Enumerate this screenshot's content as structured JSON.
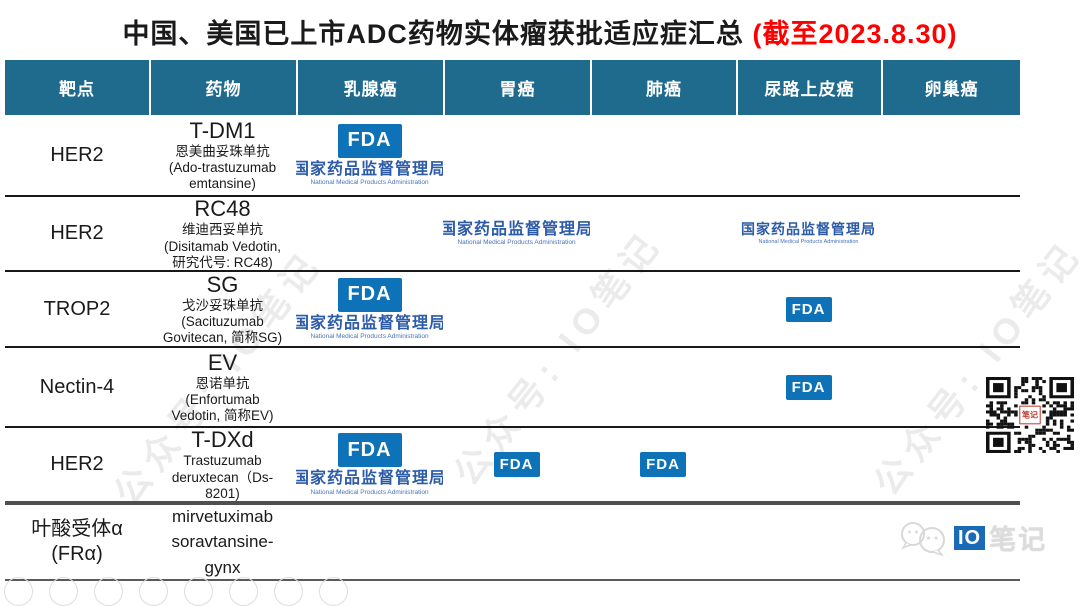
{
  "title": {
    "main": "中国、美国已上市ADC药物实体瘤获批适应症汇总",
    "date_note": "(截至2023.8.30)"
  },
  "colors": {
    "header_bg": "#1F6B8E",
    "title_date_red": "#FF0000",
    "fda_blue": "#0D72B8",
    "nmpa_blue": "#2C5BA8"
  },
  "logos": {
    "fda_label": "FDA",
    "nmpa_cn": "国家药品监督管理局",
    "nmpa_en": "National Medical Products Administration"
  },
  "table": {
    "headers": [
      "靶点",
      "药物",
      "乳腺癌",
      "胃癌",
      "肺癌",
      "尿路上皮癌",
      "卵巢癌"
    ],
    "rows": [
      {
        "target": [
          "HER2"
        ],
        "drug": {
          "name": "T-DM1",
          "lines": [
            "恩美曲妥珠单抗",
            "(Ado-trastuzumab",
            "emtansine)"
          ]
        },
        "approvals": [
          [
            {
              "logo": "fda",
              "size": "lg"
            },
            {
              "logo": "nmpa",
              "size": "md"
            }
          ],
          [],
          [],
          [],
          []
        ]
      },
      {
        "target": [
          "HER2"
        ],
        "drug": {
          "name": "RC48",
          "lines": [
            "维迪西妥单抗",
            "(Disitamab Vedotin,",
            "研究代号: RC48)"
          ]
        },
        "approvals": [
          [],
          [
            {
              "logo": "nmpa",
              "size": "md"
            }
          ],
          [],
          [
            {
              "logo": "nmpa",
              "size": "sm"
            }
          ],
          []
        ]
      },
      {
        "target": [
          "TROP2"
        ],
        "drug": {
          "name": "SG",
          "lines": [
            "戈沙妥珠单抗",
            "(Sacituzumab",
            "Govitecan, 简称SG)"
          ]
        },
        "approvals": [
          [
            {
              "logo": "fda",
              "size": "lg"
            },
            {
              "logo": "nmpa",
              "size": "md"
            }
          ],
          [],
          [],
          [
            {
              "logo": "fda",
              "size": "sm"
            }
          ],
          []
        ]
      },
      {
        "target": [
          "Nectin-4"
        ],
        "drug": {
          "name": "EV",
          "lines": [
            "恩诺单抗",
            "(Enfortumab",
            "Vedotin, 简称EV)"
          ]
        },
        "approvals": [
          [],
          [],
          [],
          [
            {
              "logo": "fda",
              "size": "sm"
            }
          ],
          []
        ]
      },
      {
        "target": [
          "HER2"
        ],
        "drug": {
          "name": "T-DXd",
          "lines": [
            "Trastuzumab",
            "deruxtecan（Ds-",
            "8201)"
          ]
        },
        "approvals": [
          [
            {
              "logo": "fda",
              "size": "lg"
            },
            {
              "logo": "nmpa",
              "size": "md"
            }
          ],
          [
            {
              "logo": "fda",
              "size": "sm"
            }
          ],
          [
            {
              "logo": "fda",
              "size": "sm"
            }
          ],
          [],
          []
        ]
      },
      {
        "target": [
          "叶酸受体α",
          "(FRα)"
        ],
        "drug": {
          "name": "",
          "lines": [
            "mirvetuximab",
            "soravtansine-",
            "gynx"
          ]
        },
        "approvals": [
          [],
          [],
          [],
          [],
          []
        ]
      }
    ]
  },
  "watermarks": {
    "diagonal_text": "公众号: IO笔记",
    "brand_io": "IO",
    "brand_biji": "笔记",
    "qr_seal_text": "笔记"
  }
}
